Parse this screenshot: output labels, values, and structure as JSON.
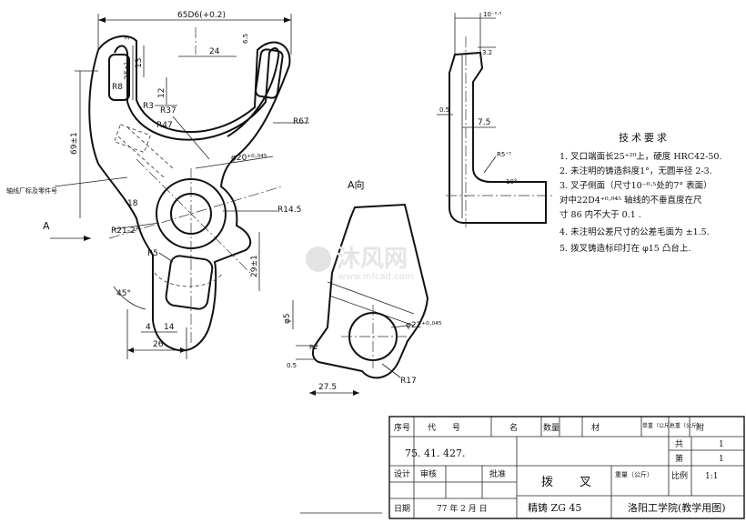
{
  "views": {
    "main": {
      "dims": {
        "top_width": "65D6(+0.2)",
        "d24": "24",
        "d25": "25⁺¹",
        "d13": "13",
        "d12": "12",
        "r8": "R8",
        "r3": "R3",
        "r37": "R37",
        "r47": "R47",
        "r67": "R67",
        "d69": "69±1",
        "phi20": "φ20⁺⁰·⁰⁴⁵",
        "d18": "18",
        "r14_5": "R14.5",
        "r21": "R21-2°",
        "r5": "R5",
        "angle45": "45°",
        "d29": "29±1",
        "d4": "4",
        "d14": "14",
        "d26": "26",
        "d3_left": "3",
        "d5_right": "6.5"
      },
      "leader_note": "轴线厂标及零件号",
      "view_marker": "A"
    },
    "a_view": {
      "title": "A向",
      "dims": {
        "d5": "φ5",
        "d22": "φ22⁺⁰·⁰⁴⁵",
        "r17": "R17",
        "d27_5": "27.5",
        "d0_5": "0.5",
        "r2": "R2"
      }
    },
    "side_view": {
      "dims": {
        "d10": "10⁻⁰·⁵",
        "d3_2": "3.2",
        "d0_5": "0.5",
        "d7_5": "7.5",
        "r5": "R5⁺³",
        "angle10": "10°"
      }
    }
  },
  "tech_requirements": {
    "title": "技术要求",
    "items": [
      "1. 叉口端面长25⁺²⁰上，硬度 HRC42-50.",
      "2. 未注明的铸造斜度1°，无圆半径 2-3.",
      "3. 叉子侧面（尺寸10⁻⁰·⁵处的7° 表面）",
      "   对中22D4⁺⁰·⁰⁴⁵ 轴线的不垂直度在尺",
      "   寸 86 内不大于 0.1 .",
      "4. 未注明公差尺寸的公差毛面为 ±1.5.",
      "5. 拨叉铸造标印打在 φ15 凸台上."
    ]
  },
  "title_block": {
    "header": {
      "seq": "序号",
      "code": "代　　号",
      "name": "名",
      "qty": "数量",
      "material": "材",
      "weight": "单重（公斤）",
      "total": "总重（公斤）",
      "note": "附"
    },
    "drawing_no": "75. 41. 427.",
    "part_name": "拨　叉",
    "material": "精铸 ZG 45",
    "sheets_label": "共",
    "sheets_value": "1",
    "sheet_label": "第",
    "sheet_value": "1",
    "scale_label": "比例",
    "scale_value": "1:1",
    "weight_label": "重量（公斤）",
    "design": "设计",
    "check": "审核",
    "approve": "批准",
    "date_label": "日期",
    "date_value": "77 年 2 月 日",
    "school": "洛阳工学院(教学用图)"
  },
  "watermark": {
    "brand": "沐风网",
    "url": "www.mfcad.com"
  }
}
